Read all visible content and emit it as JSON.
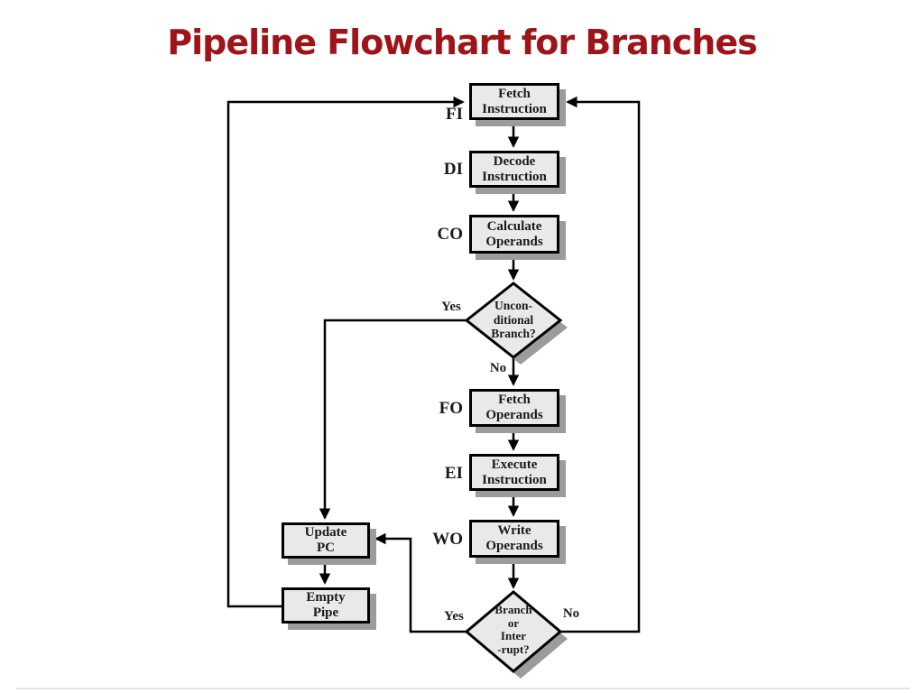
{
  "slide": {
    "title": "Pipeline Flowchart for Branches"
  },
  "flowchart": {
    "stage_labels": {
      "fi": "FI",
      "di": "DI",
      "co": "CO",
      "fo": "FO",
      "ei": "EI",
      "wo": "WO"
    },
    "nodes": {
      "fetch_instruction": "Fetch\nInstruction",
      "decode_instruction": "Decode\nInstruction",
      "calculate_operands": "Calculate\nOperands",
      "fetch_operands": "Fetch\nOperands",
      "execute_instruction": "Execute\nInstruction",
      "write_operands": "Write\nOperands",
      "update_pc": "Update\nPC",
      "empty_pipe": "Empty\nPipe"
    },
    "decisions": {
      "unconditional_branch": "Uncon-\nditional\nBranch?",
      "branch_or_interrupt": "Branch\nor\nInter\n-rupt?"
    },
    "edge_labels": {
      "yes_top": "Yes",
      "no_top": "No",
      "yes_bottom": "Yes",
      "no_bottom": "No"
    },
    "colors": {
      "title": "#9e1418",
      "box_fill": "#e9e9e9",
      "box_border": "#000000",
      "shadow": "#9c9c9c",
      "line": "#000000",
      "bottom_divider": "#e2e2e2"
    }
  }
}
